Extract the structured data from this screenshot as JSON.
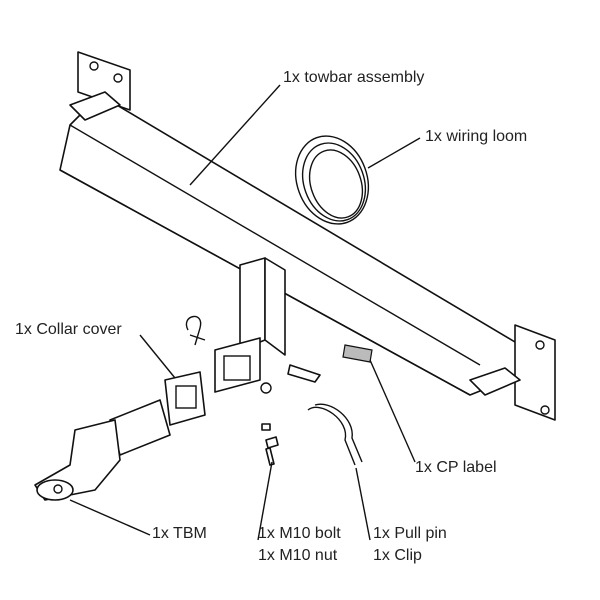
{
  "labels": {
    "towbar": "1x towbar assembly",
    "wiring": "1x wiring loom",
    "collar": "1x Collar cover",
    "cp": "1x CP label",
    "tbm": "1x TBM",
    "bolt": "1x M10 bolt",
    "nut": "1x M10 nut",
    "pin": "1x Pull pin",
    "clip": "1x Clip"
  }
}
